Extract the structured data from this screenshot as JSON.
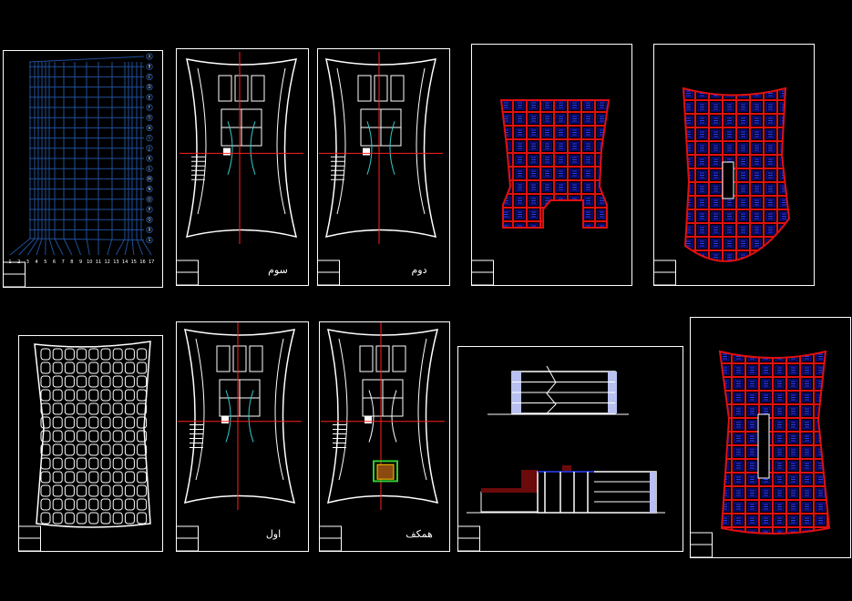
{
  "colors": {
    "background": "#000000",
    "frame": "#ffffff",
    "grid": "#1f4f9a",
    "axis": "#ff2020",
    "structure": "#e01010",
    "cell": "#1010b0",
    "glazing": "#b8c0f0",
    "roof": "#6a0a0a"
  },
  "sheets": {
    "grid": {
      "columns": [
        "1",
        "2",
        "3",
        "4",
        "5",
        "6",
        "7",
        "8",
        "9",
        "10",
        "11",
        "12",
        "13",
        "14",
        "15",
        "16",
        "17"
      ],
      "rows": [
        "A",
        "B",
        "C",
        "D",
        "E",
        "F",
        "G",
        "H",
        "I",
        "J",
        "K",
        "L",
        "M",
        "N",
        "O",
        "P",
        "Q",
        "R",
        "S"
      ]
    },
    "plan_third": {
      "title": "سوم"
    },
    "plan_second": {
      "title": "دوم"
    },
    "plan_first": {
      "title": "اول"
    },
    "plan_ground": {
      "title": "همکف"
    }
  }
}
